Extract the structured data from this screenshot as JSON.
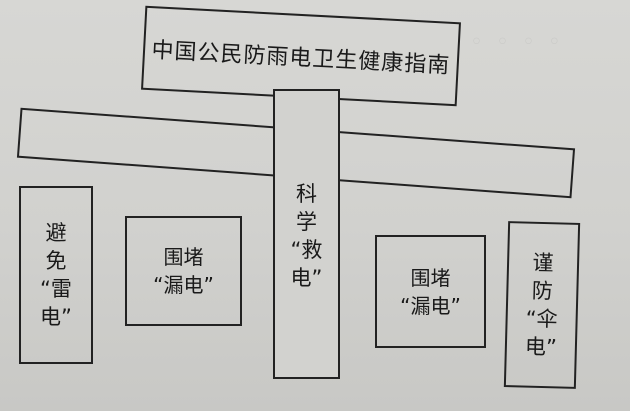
{
  "diagram": {
    "title": "中国公民防雨电卫生健康指南",
    "center": "科\n学\n“救\n电”",
    "left_outer": "避\n免\n“雷\n电”",
    "left_inner": "围堵\n“漏电”",
    "right_inner": "围堵\n“漏电”",
    "right_outer": "谨\n防\n“伞\n电”"
  }
}
